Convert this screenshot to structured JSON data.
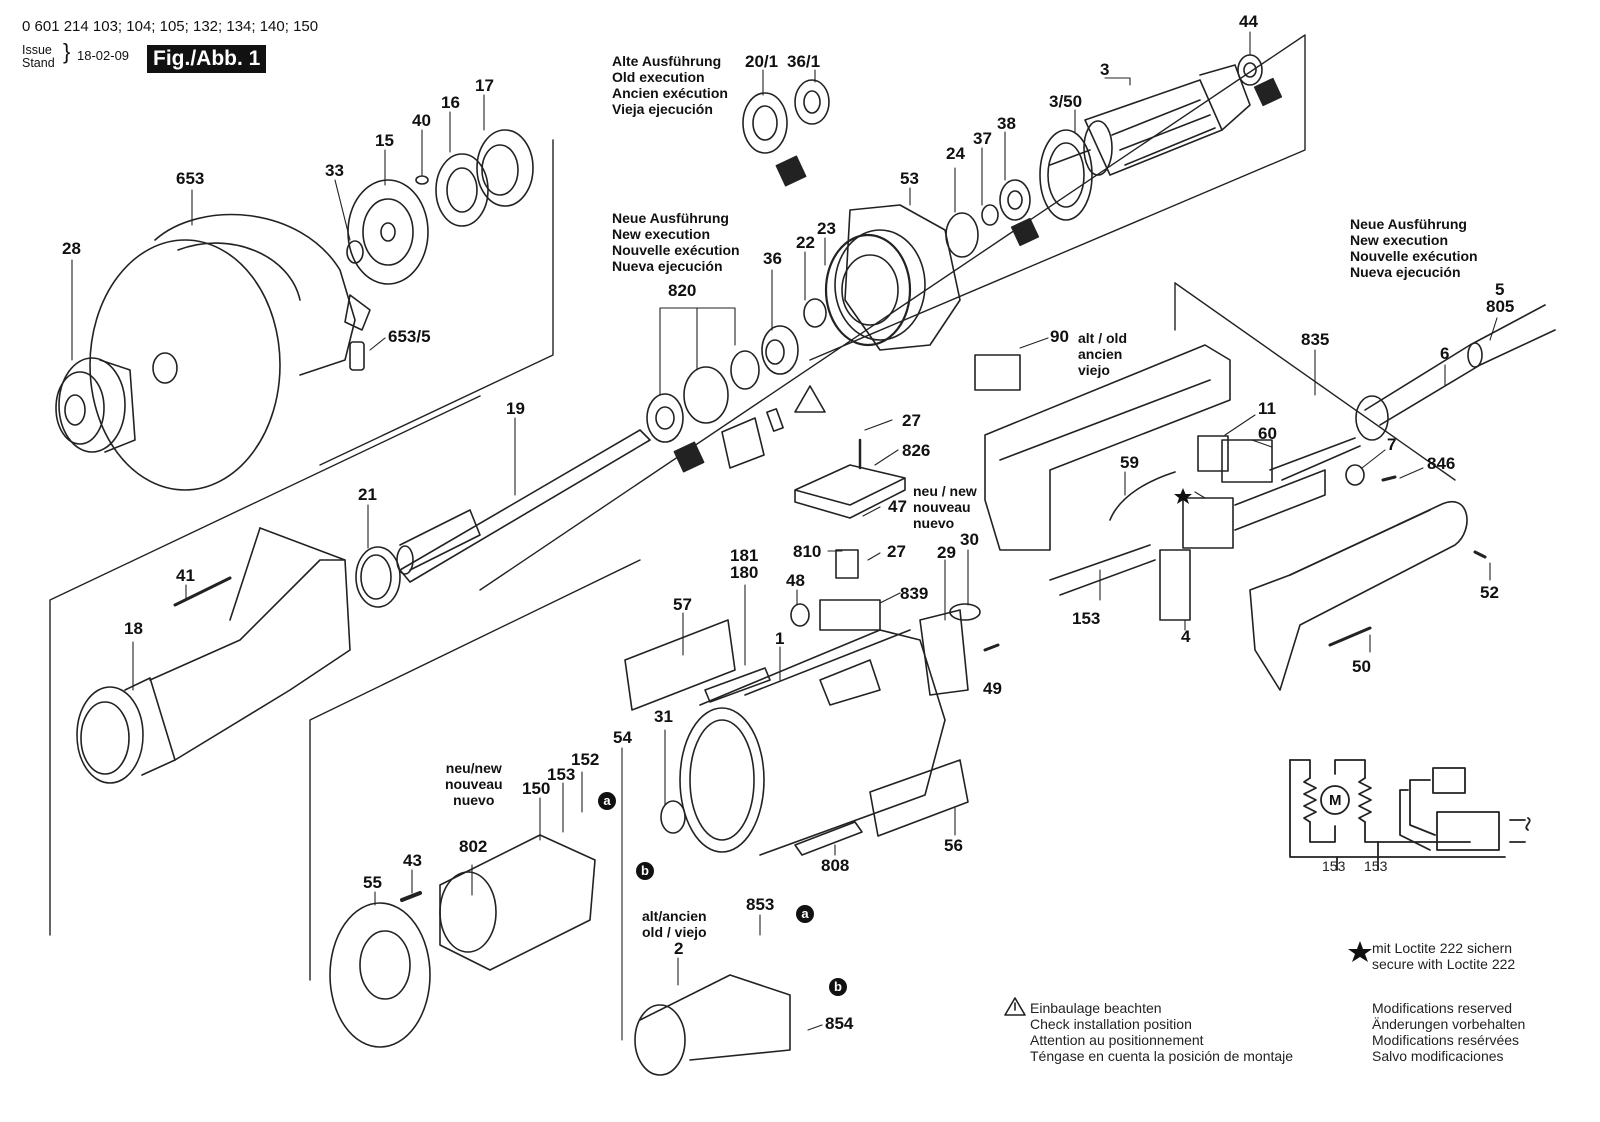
{
  "header": {
    "model_numbers": "0 601 214 103; 104; 105; 132; 134; 140; 150",
    "issue_label": "Issue",
    "stand_label": "Stand",
    "date": "18-02-09",
    "figure_label": "Fig./Abb. 1"
  },
  "notes": {
    "old_execution": "Alte Ausführung\nOld execution\nAncien exécution\nVieja ejecución",
    "new_execution_center": "Neue Ausführung\nNew execution\nNouvelle exécution\nNueva ejecución",
    "new_execution_right": "Neue Ausführung\nNew execution\nNouvelle exécution\nNueva ejecución",
    "old_90": "alt / old\nancien\nviejo",
    "new_brush": "neu / new\nnouveau\nnuevo",
    "new_field": "neu/new\nnouveau\nnuevo",
    "old_field": "alt/ancien\nold / viejo",
    "loctite": "mit Loctite 222 sichern\nsecure with Loctite 222",
    "installation": "Einbaulage beachten\nCheck installation position\nAttention au positionnement\nTéngase en cuenta la posición de montaje",
    "modifications": "Modifications reserved\nÄnderungen vorbehalten\nModifications resérvées\nSalvo modificaciones"
  },
  "connectors": {
    "a": "a",
    "b": "b"
  },
  "schematic": {
    "motor_label": "M",
    "wire_labels": [
      "153",
      "153"
    ]
  },
  "parts": {
    "p28": "28",
    "p653": "653",
    "p33": "33",
    "p15": "15",
    "p40": "40",
    "p16": "16",
    "p17": "17",
    "p653_5": "653/5",
    "p20_1": "20/1",
    "p36_1": "36/1",
    "p44": "44",
    "p3": "3",
    "p3_50": "3/50",
    "p38": "38",
    "p37": "37",
    "p24": "24",
    "p53": "53",
    "p23": "23",
    "p22": "22",
    "p36": "36",
    "p820": "820",
    "p19": "19",
    "p21": "21",
    "p41": "41",
    "p18": "18",
    "p90": "90",
    "p27a": "27",
    "p826": "826",
    "p47": "47",
    "p810": "810",
    "p27b": "27",
    "p839": "839",
    "p48": "48",
    "p181": "181",
    "p180": "180",
    "p57": "57",
    "p1": "1",
    "p29": "29",
    "p30": "30",
    "p49": "49",
    "p31": "31",
    "p54": "54",
    "p152": "152",
    "p153a": "153",
    "p150": "150",
    "p802": "802",
    "p43": "43",
    "p55": "55",
    "p853": "853",
    "p2": "2",
    "p854": "854",
    "p808": "808",
    "p56": "56",
    "p835": "835",
    "p6": "6",
    "p5": "5",
    "p805": "805",
    "p11": "11",
    "p60": "60",
    "p59": "59",
    "p7": "7",
    "p846": "846",
    "p52": "52",
    "p153b": "153",
    "p4": "4",
    "p50": "50"
  }
}
